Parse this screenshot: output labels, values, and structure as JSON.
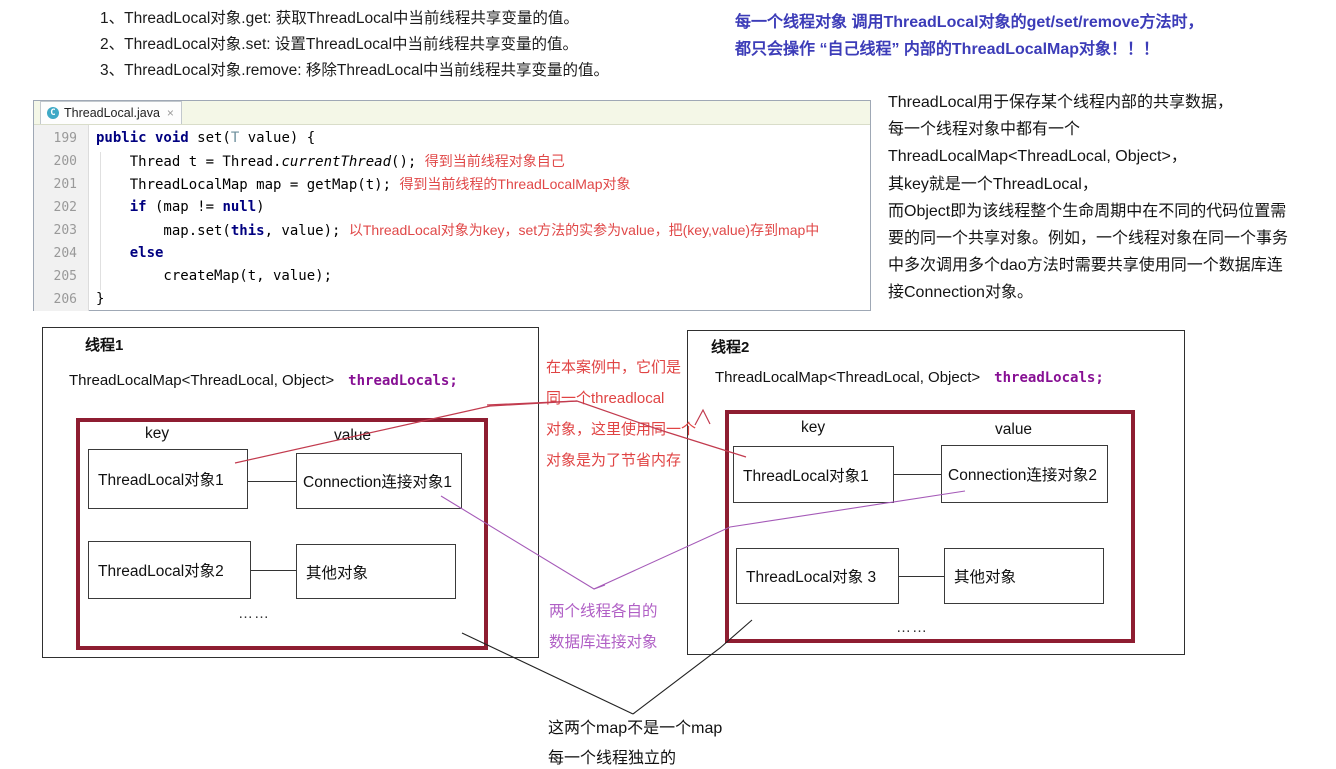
{
  "colors": {
    "headline_blue": "#3c3cb8",
    "maroon_border": "#8e1d31",
    "keyword_navy": "#000080",
    "comment_red": "#e04848",
    "annotation_red": "#e04444",
    "annotation_purple": "#b05fc5",
    "field_purple": "#871094"
  },
  "notes": {
    "items": [
      "1、ThreadLocal对象.get: 获取ThreadLocal中当前线程共享变量的值。",
      "2、ThreadLocal对象.set: 设置ThreadLocal中当前线程共享变量的值。",
      "3、ThreadLocal对象.remove: 移除ThreadLocal中当前线程共享变量的值。"
    ]
  },
  "headline": {
    "lines": [
      "每一个线程对象 调用ThreadLocal对象的get/set/remove方法时，",
      "都只会操作 “自己线程” 内部的ThreadLocalMap对象！！！"
    ]
  },
  "editor": {
    "tab_title": "ThreadLocal.java",
    "tab_icon": "C",
    "close_icon": "×",
    "lines": [
      {
        "num": "199",
        "segments": [
          {
            "t": "public void",
            "c": "kw"
          },
          {
            "t": " set(",
            "c": "pl"
          },
          {
            "t": "T",
            "c": "tp"
          },
          {
            "t": " value) {",
            "c": "pl"
          }
        ]
      },
      {
        "num": "200",
        "segments": [
          {
            "t": "    Thread t = Thread.",
            "c": "pl"
          },
          {
            "t": "currentThread",
            "c": "it"
          },
          {
            "t": "(); ",
            "c": "pl"
          },
          {
            "t": "得到当前线程对象自己",
            "c": "cm"
          }
        ]
      },
      {
        "num": "201",
        "segments": [
          {
            "t": "    ThreadLocalMap map = getMap(t); ",
            "c": "pl"
          },
          {
            "t": "得到当前线程的ThreadLocalMap对象",
            "c": "cm"
          }
        ]
      },
      {
        "num": "202",
        "segments": [
          {
            "t": "    ",
            "c": "pl"
          },
          {
            "t": "if",
            "c": "kw"
          },
          {
            "t": " (map != ",
            "c": "pl"
          },
          {
            "t": "null",
            "c": "kw"
          },
          {
            "t": ")",
            "c": "pl"
          }
        ]
      },
      {
        "num": "203",
        "segments": [
          {
            "t": "        map.set(",
            "c": "pl"
          },
          {
            "t": "this",
            "c": "kw"
          },
          {
            "t": ", value); ",
            "c": "pl"
          },
          {
            "t": "以ThreadLocal对象为key，set方法的实参为value，把(key,value)存到map中",
            "c": "cm"
          }
        ]
      },
      {
        "num": "204",
        "segments": [
          {
            "t": "    ",
            "c": "pl"
          },
          {
            "t": "else",
            "c": "kw"
          }
        ]
      },
      {
        "num": "205",
        "segments": [
          {
            "t": "        createMap(t, value);",
            "c": "pl"
          }
        ]
      },
      {
        "num": "206",
        "segments": [
          {
            "t": "}",
            "c": "pl"
          }
        ]
      }
    ]
  },
  "explain": {
    "lines": [
      "ThreadLocal用于保存某个线程内部的共享数据，",
      "每一个线程对象中都有一个",
      "ThreadLocalMap<ThreadLocal, Object>，",
      "其key就是一个ThreadLocal，",
      "而Object即为该线程整个生命周期中在不同的代码位置需",
      "要的同一个共享对象。例如，一个线程对象在同一个事务",
      "中多次调用多个dao方法时需要共享使用同一个数据库连",
      "接Connection对象。"
    ]
  },
  "thread1": {
    "title": "线程1",
    "decl": "ThreadLocalMap<ThreadLocal, Object>",
    "field": "threadLocals;",
    "key_header": "key",
    "value_header": "value",
    "rows": [
      {
        "key": "ThreadLocal对象1",
        "value": "Connection连接对象1"
      },
      {
        "key": "ThreadLocal对象2",
        "value": "其他对象"
      }
    ],
    "ellipsis": "……"
  },
  "thread2": {
    "title": "线程2",
    "decl": "ThreadLocalMap<ThreadLocal, Object>",
    "field": "threadLocals;",
    "key_header": "key",
    "value_header": "value",
    "rows": [
      {
        "key": "ThreadLocal对象1",
        "value": "Connection连接对象2"
      },
      {
        "key": "ThreadLocal对象 3",
        "value": "其他对象"
      }
    ],
    "ellipsis": "……"
  },
  "annotations": {
    "same_threadlocal_lines": [
      "在本案例中，它们是",
      "同一个threadlocal",
      "对象，这里使用同一个",
      "对象是为了节省内存"
    ],
    "separate_connection_lines": [
      "两个线程各自的",
      "数据库连接对象"
    ],
    "bottom_note_lines": [
      "这两个map不是一个map",
      "每一个线程独立的"
    ]
  }
}
